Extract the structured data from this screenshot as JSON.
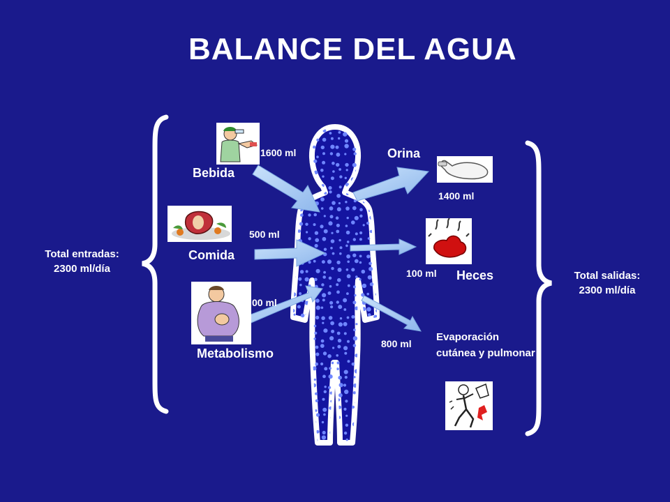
{
  "title": "BALANCE DEL AGUA",
  "inputs": {
    "total_label": "Total entradas:",
    "total_value": "2300 ml/día",
    "items": [
      {
        "label": "Bebida",
        "amount": "1600 ml",
        "icon": "drinking-person-icon"
      },
      {
        "label": "Comida",
        "amount": "500 ml",
        "icon": "meat-icon"
      },
      {
        "label": "Metabolismo",
        "amount": "00 ml",
        "icon": "large-person-icon"
      }
    ]
  },
  "outputs": {
    "total_label": "Total salidas:",
    "total_value": "2300 ml/día",
    "items": [
      {
        "label": "Orina",
        "amount": "1400 ml",
        "icon": "urinal-icon"
      },
      {
        "label": "Heces",
        "amount": "100 ml",
        "icon": "feces-icon"
      },
      {
        "label": "Evaporación cutánea y pulmonar",
        "amount": "800 ml",
        "icon": "sweating-runner-icon"
      }
    ]
  },
  "colors": {
    "background": "#1a1a8c",
    "body_fill": "#1414a0",
    "body_outline": "#ffffff",
    "drops": "#6f86ff",
    "arrows": "#a9cdf7",
    "text": "#ffffff"
  }
}
